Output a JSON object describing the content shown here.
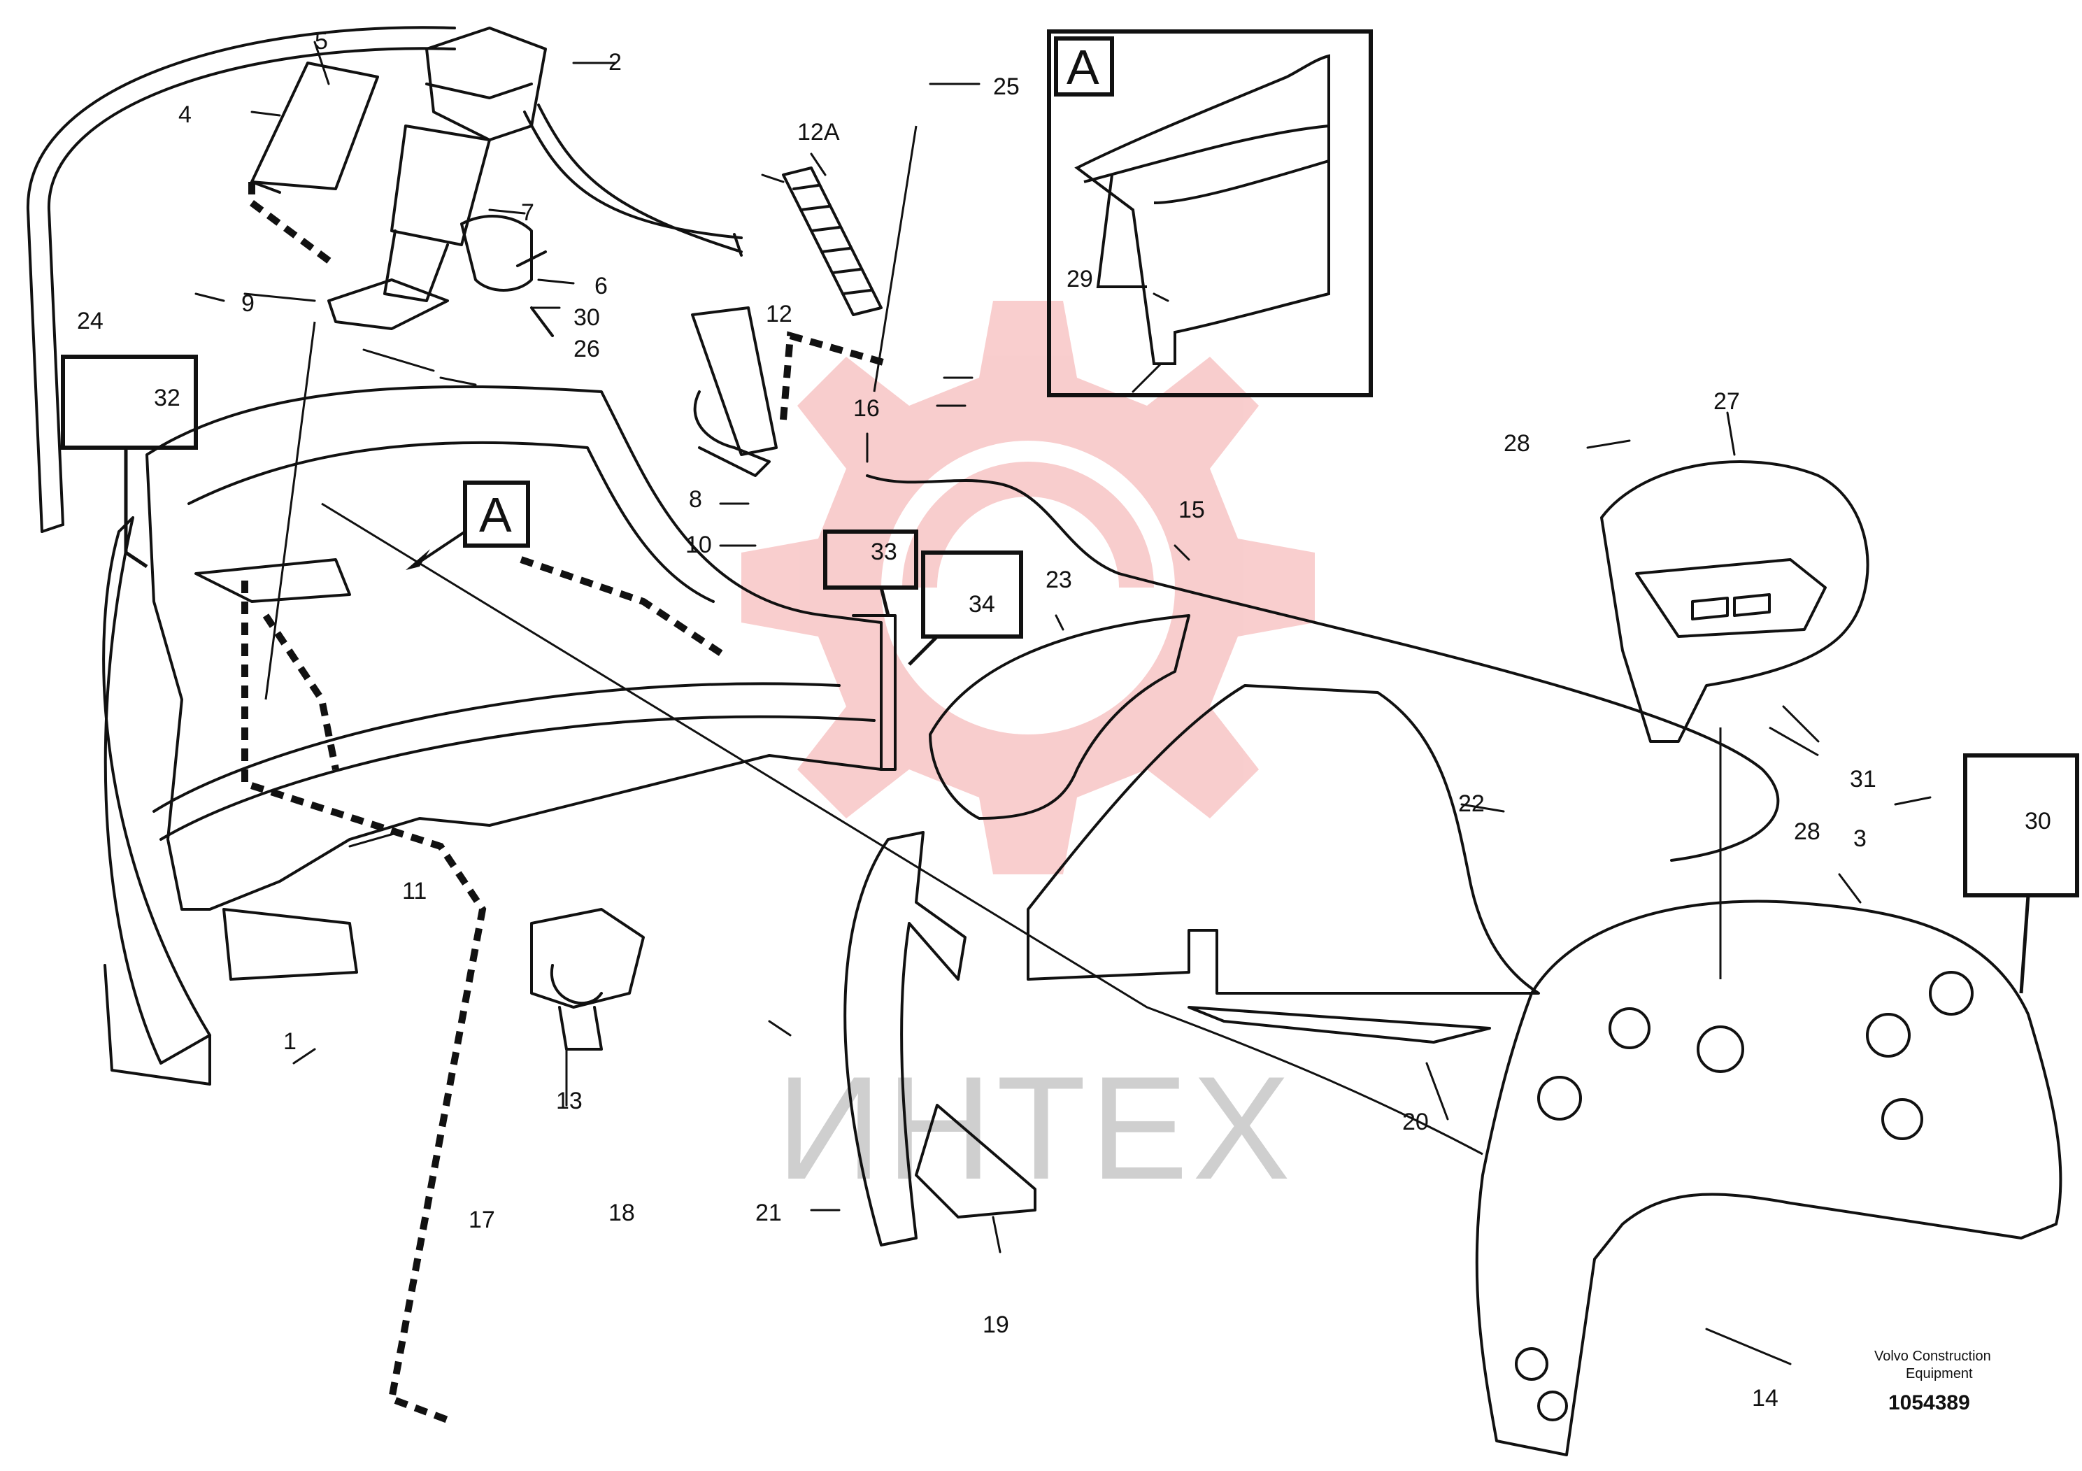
{
  "watermark": {
    "text": "ИНТЕХ",
    "gear_color": "#f4a6a6",
    "text_color": "#cfcfcf"
  },
  "detail_view": {
    "letter": "A"
  },
  "callouts": [
    {
      "id": "c1",
      "text": "1"
    },
    {
      "id": "c2",
      "text": "2"
    },
    {
      "id": "c3",
      "text": "3"
    },
    {
      "id": "c4",
      "text": "4"
    },
    {
      "id": "c5",
      "text": "5"
    },
    {
      "id": "c6",
      "text": "6"
    },
    {
      "id": "c7",
      "text": "7"
    },
    {
      "id": "c8",
      "text": "8"
    },
    {
      "id": "c9",
      "text": "9"
    },
    {
      "id": "c10",
      "text": "10"
    },
    {
      "id": "c11",
      "text": "11"
    },
    {
      "id": "c12",
      "text": "12"
    },
    {
      "id": "c12A",
      "text": "12A"
    },
    {
      "id": "c13",
      "text": "13"
    },
    {
      "id": "c14",
      "text": "14"
    },
    {
      "id": "c15",
      "text": "15"
    },
    {
      "id": "c16",
      "text": "16"
    },
    {
      "id": "c17",
      "text": "17"
    },
    {
      "id": "c18",
      "text": "18"
    },
    {
      "id": "c19",
      "text": "19"
    },
    {
      "id": "c20",
      "text": "20"
    },
    {
      "id": "c21",
      "text": "21"
    },
    {
      "id": "c22",
      "text": "22"
    },
    {
      "id": "c23",
      "text": "23"
    },
    {
      "id": "c24",
      "text": "24"
    },
    {
      "id": "c25",
      "text": "25"
    },
    {
      "id": "c26",
      "text": "26"
    },
    {
      "id": "c27",
      "text": "27"
    },
    {
      "id": "c28a",
      "text": "28"
    },
    {
      "id": "c28b",
      "text": "28"
    },
    {
      "id": "c29",
      "text": "29"
    },
    {
      "id": "c30a",
      "text": "30"
    },
    {
      "id": "c30b",
      "text": "30"
    },
    {
      "id": "c31",
      "text": "31"
    },
    {
      "id": "c32",
      "text": "32"
    },
    {
      "id": "c33",
      "text": "33"
    },
    {
      "id": "c34",
      "text": "34"
    }
  ],
  "footer": {
    "maker_line1": "Volvo Construction",
    "maker_line2": "Equipment",
    "drawing_number": "1054389"
  }
}
